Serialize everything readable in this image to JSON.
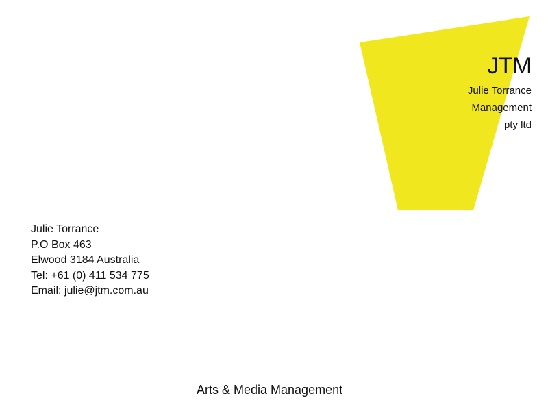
{
  "brand": {
    "accent_color": "#f1e71f",
    "logo": {
      "mark": "JTM",
      "lines": [
        "Julie Torrance",
        "Management",
        "pty ltd"
      ]
    }
  },
  "contact": {
    "name": "Julie Torrance",
    "address": "P.O Box 463",
    "city": "Elwood 3184 Australia",
    "phone": "Tel: +61 (0) 411 534 775",
    "email": "Email: julie@jtm.com.au"
  },
  "tagline": "Arts & Media Management"
}
